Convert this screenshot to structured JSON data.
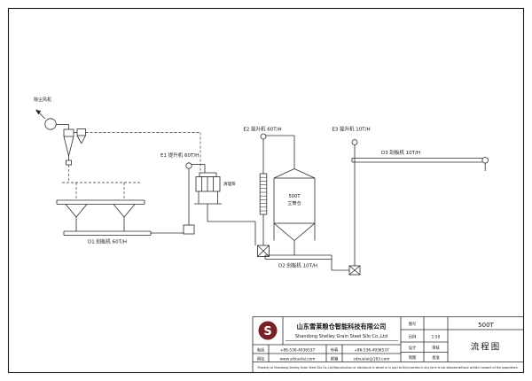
{
  "colors": {
    "line": "#2b2b2b",
    "logo": "#7b2125"
  },
  "diagram": {
    "labels": {
      "dust_fan": "除尘风机",
      "conveyor_d1": "D1 刮板机 60T/H",
      "elevator_e1": "E1 提升机 60T/H",
      "sieve": "清理筛",
      "elevator_e2": "E2 提升机 60T/H",
      "silo_capacity": "500T",
      "silo_name": "立筒仓",
      "conveyor_d2": "D2 刮板机 10T/H",
      "elevator_e3": "E3 提升机 10T/H",
      "conveyor_d3": "D3 刮板机 10T/H"
    }
  },
  "titleblock": {
    "logo_letter": "S",
    "company_cn": "山东雪莱粮仓智能科技有限公司",
    "company_en": "Shandong Shelley Grain Steel Silo Co.,Ltd",
    "contact": {
      "phone_label": "电话",
      "phone": "+86-536-4936537",
      "fax_label": "传真",
      "fax": "+86-536-4936537",
      "web_label": "网址",
      "web": "www.sdxuelai.com",
      "email_label": "邮箱",
      "email": "sdxuelai@163.com"
    },
    "info": {
      "drawing_no_label": "图号",
      "capacity": "500T",
      "scale_label": "比例",
      "scale": "1:50",
      "design_label": "设计",
      "check_label": "审核",
      "draft_label": "制图",
      "approve_label": "批准",
      "title": "流程图"
    },
    "legal": "Property of Shandong Shelley Grain Steel Silo Co.,Ltd.Reproduction or disclosure in whole or in part to third parties in any form is not allowed without written consent of the proprietors."
  }
}
